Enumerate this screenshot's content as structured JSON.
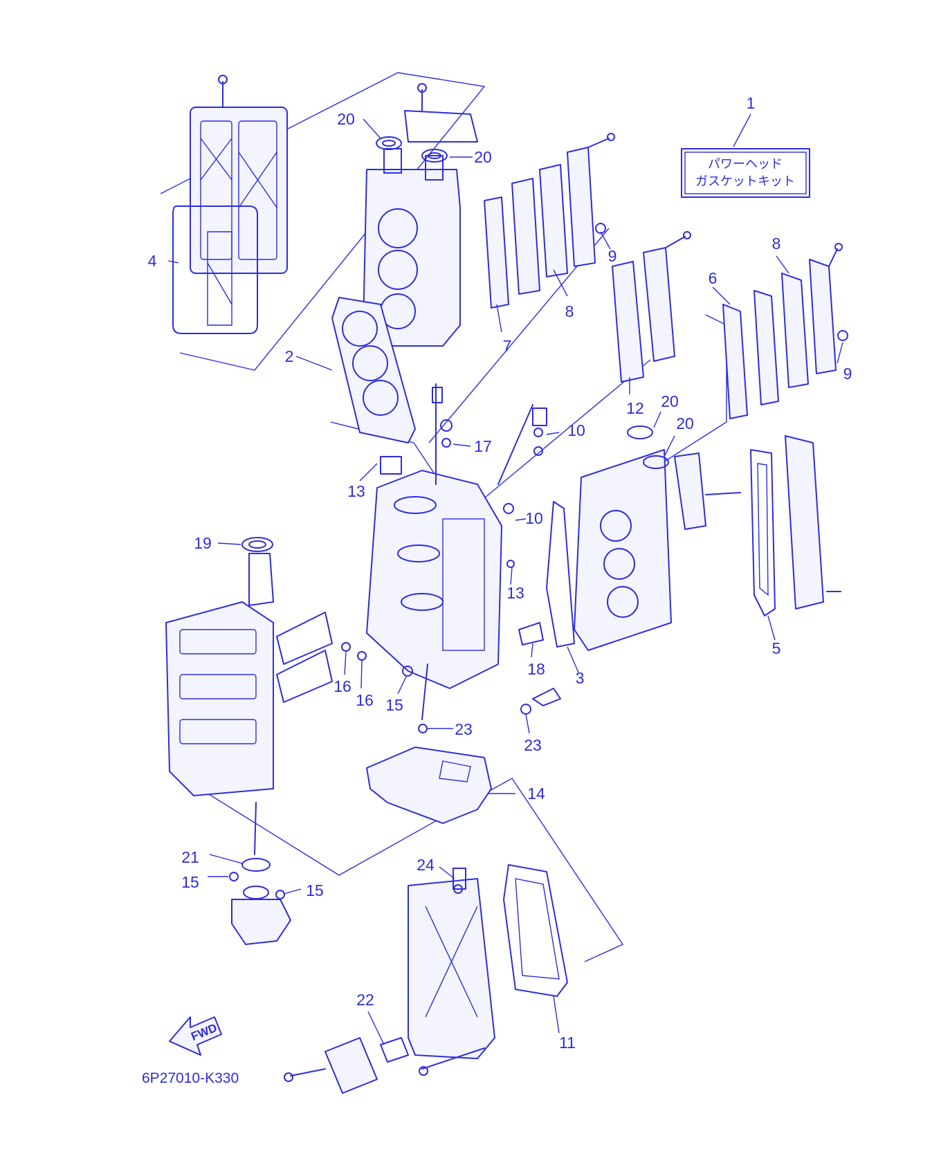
{
  "diagram": {
    "part_code": "6P27010-K330",
    "kit_box": {
      "line1": "パワーヘッド",
      "line2": "ガスケットキット"
    },
    "fwd_label": "FWD",
    "callouts": {
      "c1": "1",
      "c2": "2",
      "c3": "3",
      "c4": "4",
      "c5": "5",
      "c6": "6",
      "c7": "7",
      "c8a": "8",
      "c8b": "8",
      "c9a": "9",
      "c9b": "9",
      "c10a": "10",
      "c10b": "10",
      "c11": "11",
      "c12": "12",
      "c13a": "13",
      "c13b": "13",
      "c14": "14",
      "c15a": "15",
      "c15b": "15",
      "c15c": "15",
      "c16a": "16",
      "c16b": "16",
      "c17": "17",
      "c18": "18",
      "c19": "19",
      "c20a": "20",
      "c20b": "20",
      "c20c": "20",
      "c20d": "20",
      "c21": "21",
      "c22": "22",
      "c23a": "23",
      "c23b": "23",
      "c24": "24"
    }
  }
}
